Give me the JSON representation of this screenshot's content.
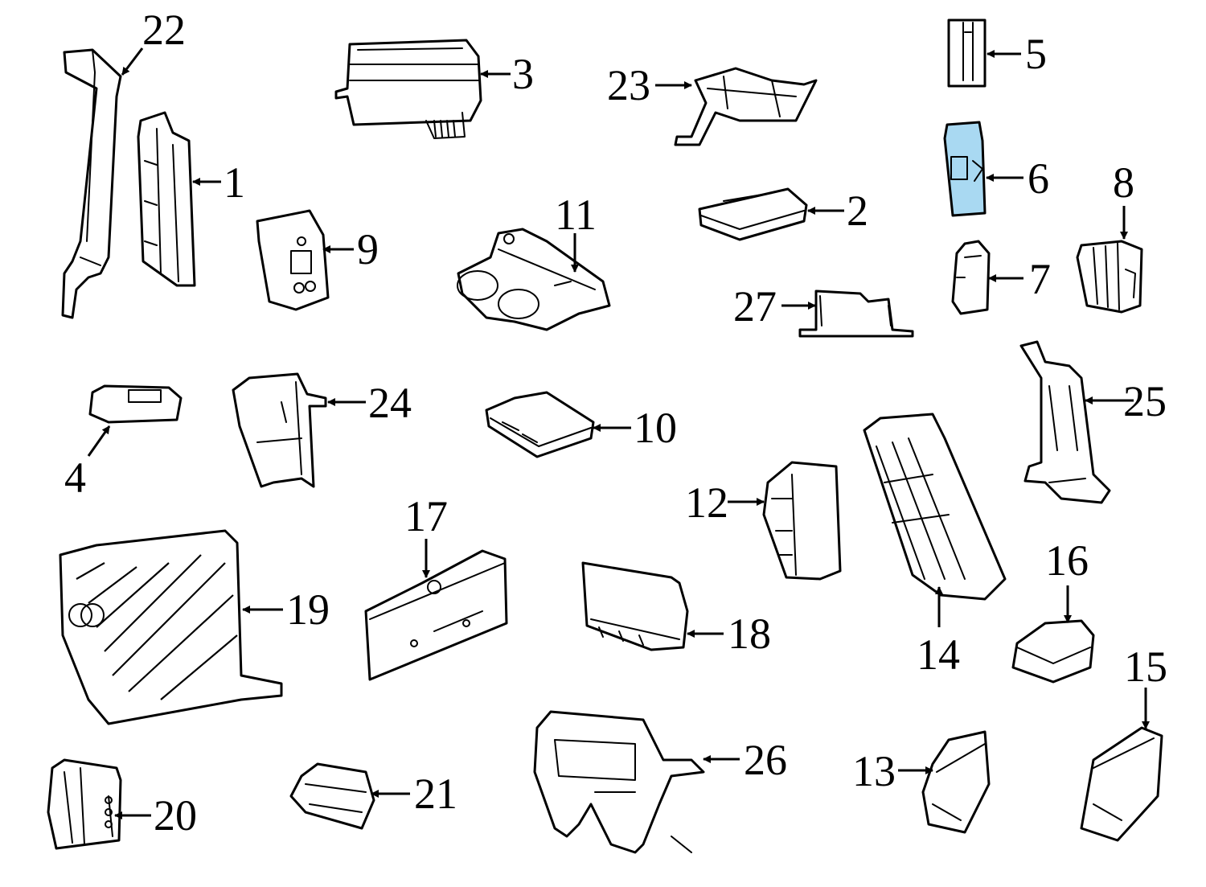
{
  "highlight_color": "#a9d9f2",
  "callouts": {
    "n1": "1",
    "n2": "2",
    "n3": "3",
    "n4": "4",
    "n5": "5",
    "n6": "6",
    "n7": "7",
    "n8": "8",
    "n9": "9",
    "n10": "10",
    "n11": "11",
    "n12": "12",
    "n13": "13",
    "n14": "14",
    "n15": "15",
    "n16": "16",
    "n17": "17",
    "n18": "18",
    "n19": "19",
    "n20": "20",
    "n21": "21",
    "n22": "22",
    "n23": "23",
    "n24": "24",
    "n25": "25",
    "n26": "26",
    "n27": "27"
  },
  "highlighted_part": "6"
}
